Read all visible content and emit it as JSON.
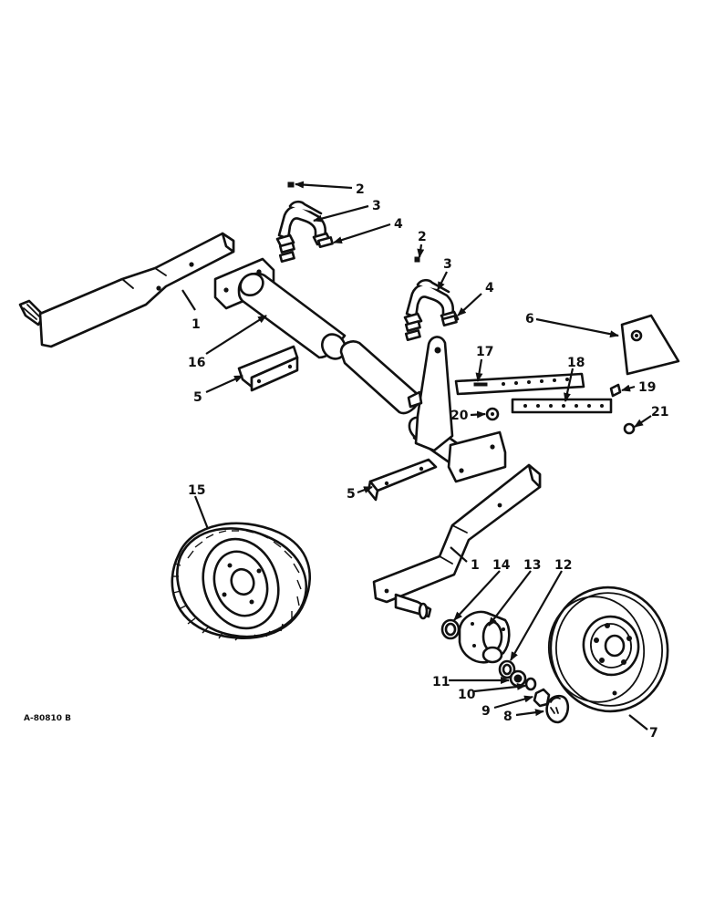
{
  "diagram": {
    "code": "A-80810 B",
    "callouts": [
      "1",
      "2",
      "3",
      "4",
      "5",
      "6",
      "7",
      "8",
      "9",
      "10",
      "11",
      "12",
      "13",
      "14",
      "15",
      "16",
      "17",
      "18",
      "19",
      "20",
      "21"
    ]
  }
}
